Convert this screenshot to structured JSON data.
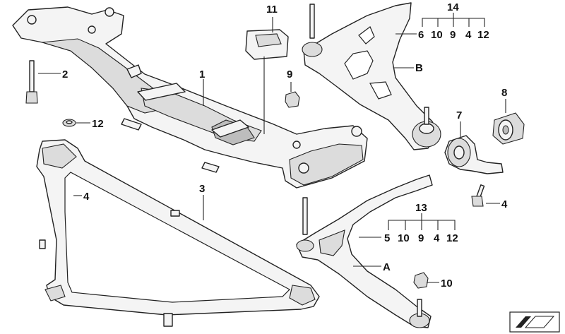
{
  "callouts": {
    "c1": "1",
    "c2": "2",
    "c3": "3",
    "c4_left": "4",
    "c4_right": "4",
    "c7": "7",
    "c8": "8",
    "c9": "9",
    "c10": "10",
    "c11": "11",
    "c12": "12",
    "cA": "A",
    "cB": "B"
  },
  "group_14": {
    "title": "14",
    "items": [
      "6",
      "10",
      "9",
      "4",
      "12"
    ]
  },
  "group_13": {
    "title": "13",
    "items": [
      "5",
      "10",
      "9",
      "4",
      "12"
    ]
  },
  "colors": {
    "line": "#222222",
    "fill_light": "#f4f4f4",
    "fill_shade": "#dcdcdc",
    "background": "#ffffff"
  },
  "icons": {
    "corner_logo": "diagonal-stripe-logo-icon"
  }
}
